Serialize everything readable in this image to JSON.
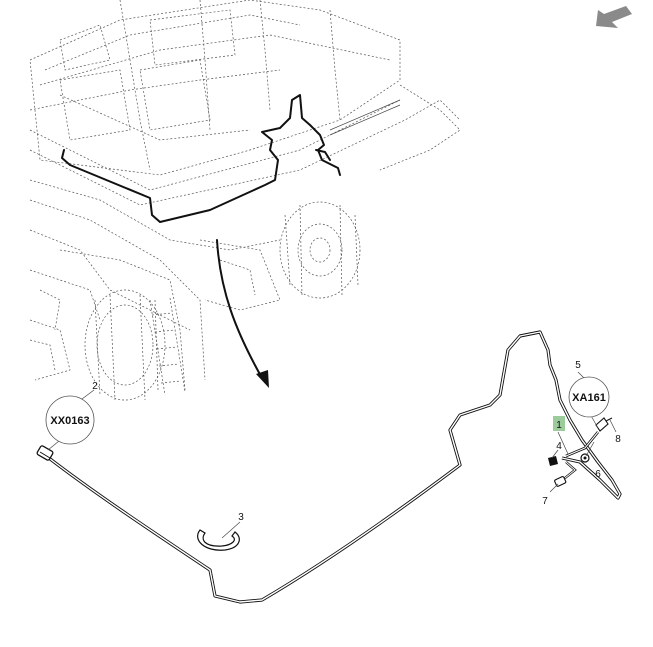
{
  "callouts": {
    "c1": "1",
    "c2": "2",
    "c3": "3",
    "c4": "4",
    "c5": "5",
    "c6": "6",
    "c7": "7",
    "c8": "8"
  },
  "connectors": {
    "xx0163": "XX0163",
    "xa161": "XA161"
  },
  "colors": {
    "highlight": "#9ccc9c",
    "nav_arrow": "#8a8a8a",
    "line": "#111111"
  },
  "icons": {
    "nav": "back-arrow-icon"
  }
}
